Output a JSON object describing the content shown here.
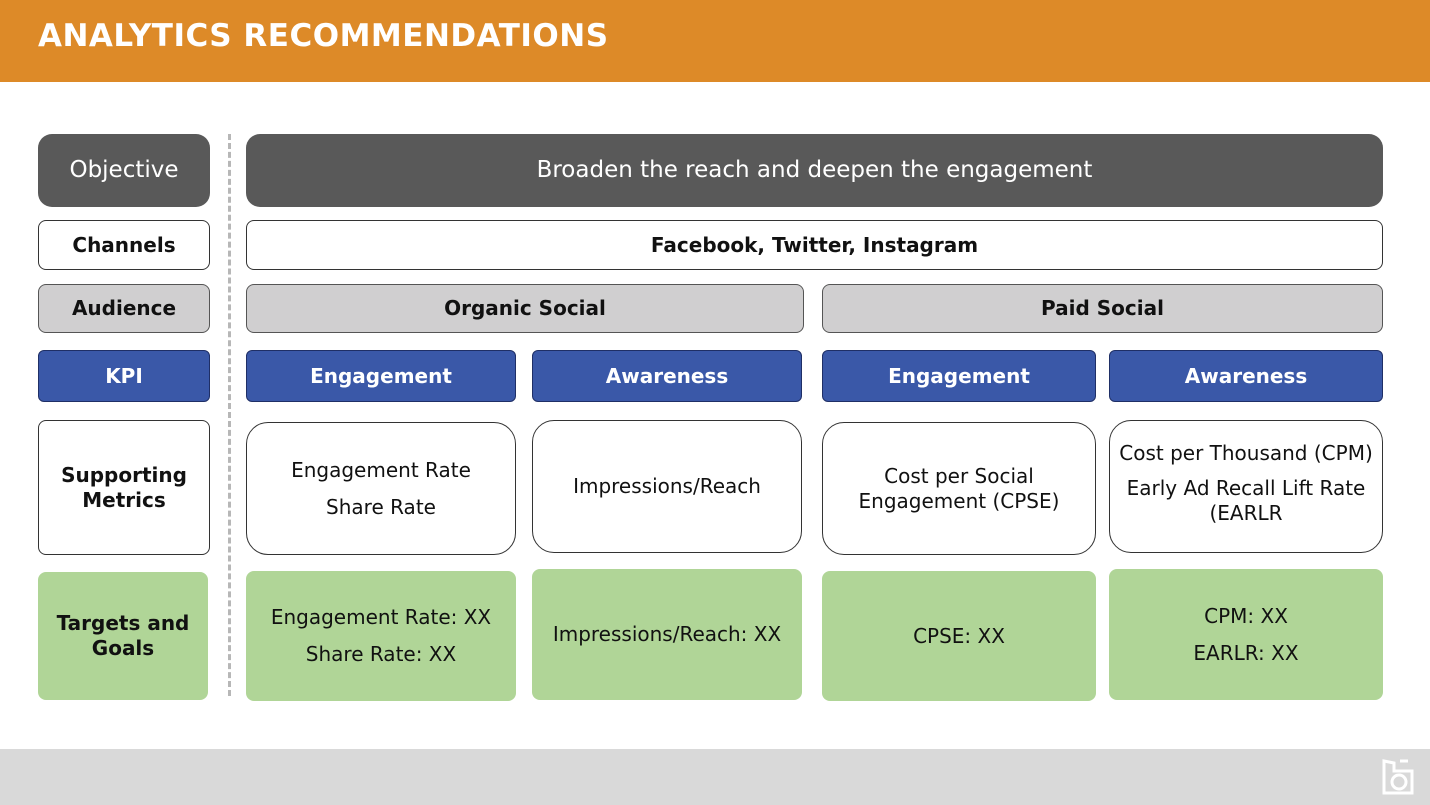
{
  "header": {
    "title": "ANALYTICS RECOMMENDATIONS"
  },
  "colors": {
    "header_bg": "#dd8a28",
    "objective_bg": "#595959",
    "kpi_blue": "#3a58a8",
    "audience_grey": "#d0cfd0",
    "goals_green": "#b0d597",
    "footer_bg": "#d9d9d9"
  },
  "rows": {
    "objective": {
      "label": "Objective",
      "value": "Broaden the reach and deepen the engagement"
    },
    "channels": {
      "label": "Channels",
      "value": "Facebook, Twitter, Instagram"
    },
    "audience": {
      "label": "Audience",
      "organic": "Organic Social",
      "paid": "Paid Social"
    },
    "kpi": {
      "label": "KPI",
      "items": [
        "Engagement",
        "Awareness",
        "Engagement",
        "Awareness"
      ]
    },
    "metrics": {
      "label_line1": "Supporting",
      "label_line2": "Metrics",
      "organic_engagement": [
        "Engagement Rate",
        "Share Rate"
      ],
      "organic_awareness": [
        "Impressions/Reach"
      ],
      "paid_engagement": [
        "Cost per Social",
        "Engagement (CPSE)"
      ],
      "paid_awareness": [
        "Cost per Thousand (CPM)",
        "Early Ad Recall Lift Rate",
        "(EARLR"
      ]
    },
    "goals": {
      "label_line1": "Targets and",
      "label_line2": "Goals",
      "organic_engagement": [
        "Engagement Rate: XX",
        "Share Rate: XX"
      ],
      "organic_awareness": [
        "Impressions/Reach: XX"
      ],
      "paid_engagement": [
        "CPSE: XX"
      ],
      "paid_awareness": [
        "CPM: XX",
        "EARLR: XX"
      ]
    }
  },
  "footer": {
    "logo_icon": "six-logo-icon"
  }
}
